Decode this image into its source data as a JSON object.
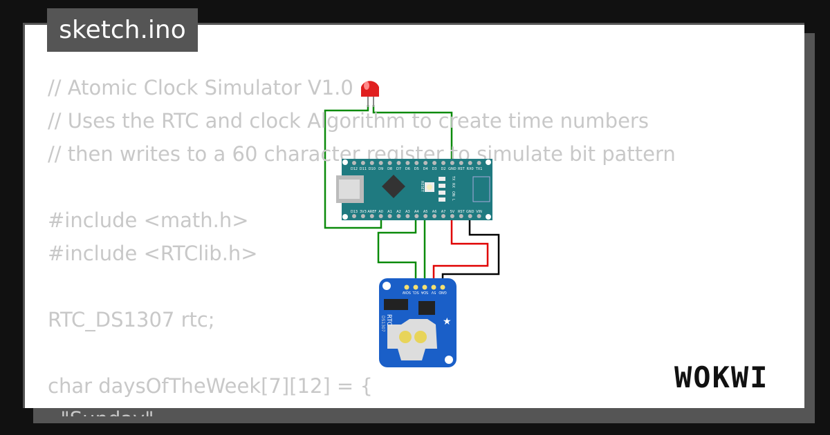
{
  "tab": {
    "filename": "sketch.ino"
  },
  "code": {
    "lines": [
      "// Atomic Clock Simulator V1.0",
      "// Uses the RTC and clock Algorithm to create time numbers",
      "// then writes to a 60 character register to simulate bit pattern",
      "",
      "#include <math.h>",
      "#include <RTClib.h>",
      "",
      "RTC_DS1307 rtc;",
      "",
      "char daysOfTheWeek[7][12] = {",
      "  \"Sunday\","
    ]
  },
  "board": {
    "top_pins": [
      "D12",
      "D11",
      "D10",
      "D9",
      "D8",
      "D7",
      "D6",
      "D5",
      "D4",
      "D3",
      "D2",
      "GND",
      "RST",
      "RX0",
      "TX1"
    ],
    "bottom_pins": [
      "D13",
      "3V3",
      "AREF",
      "A0",
      "A1",
      "A2",
      "A3",
      "A4",
      "A5",
      "A6",
      "A7",
      "5V",
      "RST",
      "GND",
      "VIN"
    ],
    "labels": [
      "RESET",
      "TX",
      "RX",
      "ON",
      "L"
    ]
  },
  "rtc": {
    "title": "RTC",
    "chip": "DS1307",
    "pins": [
      "SQW",
      "SCL",
      "SDA",
      "5V",
      "GND"
    ]
  },
  "logo": {
    "text": "WOKWI"
  },
  "colors": {
    "background": "#111111",
    "board": "#1f7a80",
    "rtc": "#1a5fc8",
    "wire_green": "#0a8a0a",
    "wire_red": "#e00000",
    "wire_black": "#000000",
    "led": "#e02020"
  }
}
